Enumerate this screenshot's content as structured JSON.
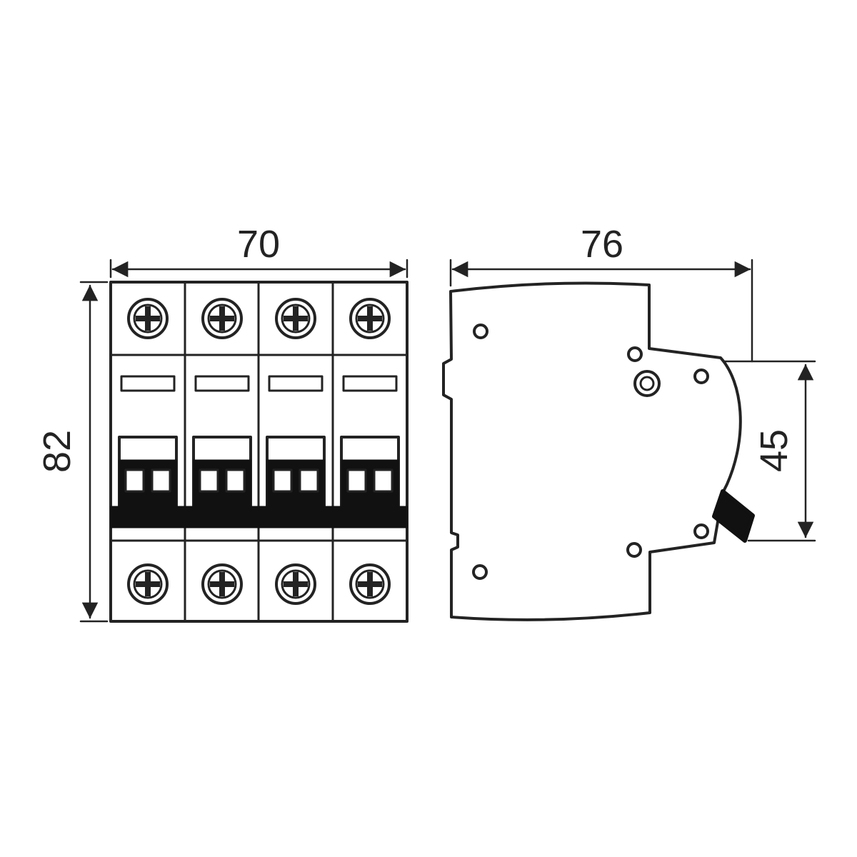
{
  "drawing": {
    "views": {
      "front": {
        "dimensions": {
          "width": "70",
          "height": "82"
        },
        "pole_count": 4
      },
      "side": {
        "dimensions": {
          "depth": "76",
          "front_face_height": "45"
        }
      }
    },
    "colors": {
      "line": "#232323",
      "solid_fill": "#111111",
      "background": "#ffffff"
    }
  }
}
